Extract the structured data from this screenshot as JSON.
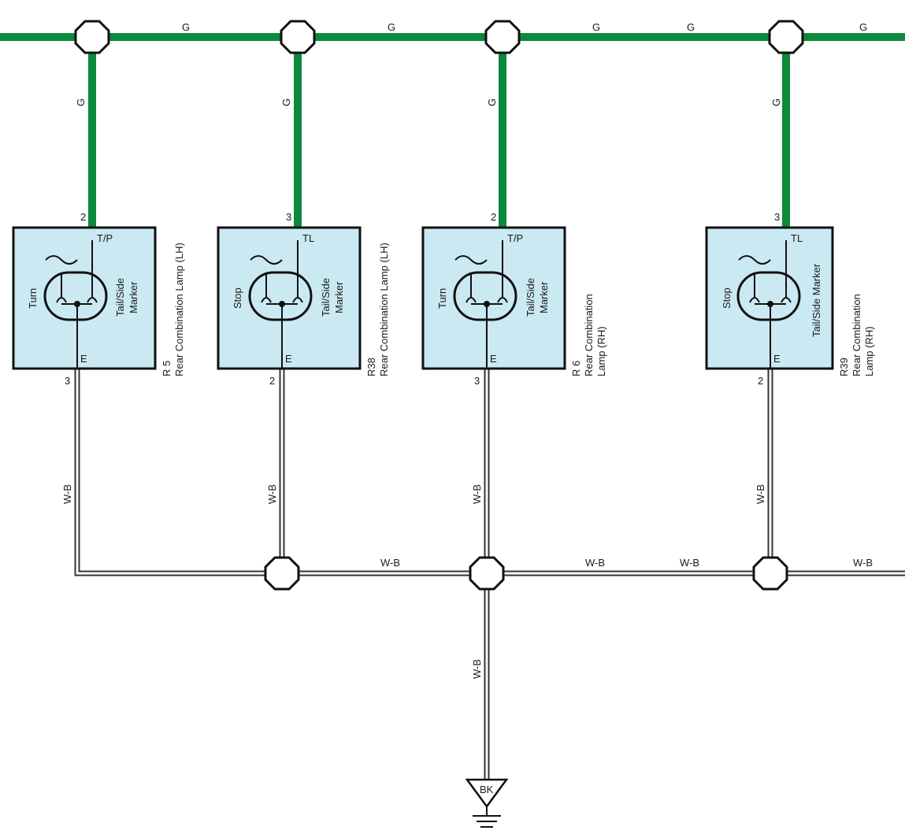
{
  "wire_colors": {
    "green": "#0a8a3a",
    "wb_outer": "#333333",
    "box_fill": "#cbe9f2"
  },
  "top_bus_labels": [
    "G",
    "G",
    "G",
    "G",
    "G"
  ],
  "bottom_bus_labels": [
    "W-B",
    "W-B",
    "W-B",
    "W-B"
  ],
  "lamps": [
    {
      "id": "R 5",
      "name": "Rear Combination Lamp (LH)",
      "top_pin": "2",
      "top_term": "T/P",
      "bottom_pin": "3",
      "bottom_term": "E",
      "left_label": "Turn",
      "right_label_1": "Tail/Side",
      "right_label_2": "Marker",
      "up_wire": "G",
      "down_wire": "W-B"
    },
    {
      "id": "R38",
      "name": "Rear Combination Lamp (LH)",
      "top_pin": "3",
      "top_term": "TL",
      "bottom_pin": "2",
      "bottom_term": "E",
      "left_label": "Stop",
      "right_label_1": "Tail/Side",
      "right_label_2": "Marker",
      "up_wire": "G",
      "down_wire": "W-B"
    },
    {
      "id": "R 6",
      "name_1": "Rear Combination",
      "name_2": "Lamp (RH)",
      "top_pin": "2",
      "top_term": "T/P",
      "bottom_pin": "3",
      "bottom_term": "E",
      "left_label": "Turn",
      "right_label_1": "Tail/Side",
      "right_label_2": "Marker",
      "up_wire": "G",
      "down_wire": "W-B"
    },
    {
      "id": "R39",
      "name_1": "Rear Combination",
      "name_2": "Lamp (RH)",
      "top_pin": "3",
      "top_term": "TL",
      "bottom_pin": "2",
      "bottom_term": "E",
      "left_label": "Stop",
      "right_label_1": "Tail/Side Marker",
      "up_wire": "G",
      "down_wire": "W-B"
    }
  ],
  "ground": {
    "wire_label": "W-B",
    "ground_label": "BK"
  }
}
